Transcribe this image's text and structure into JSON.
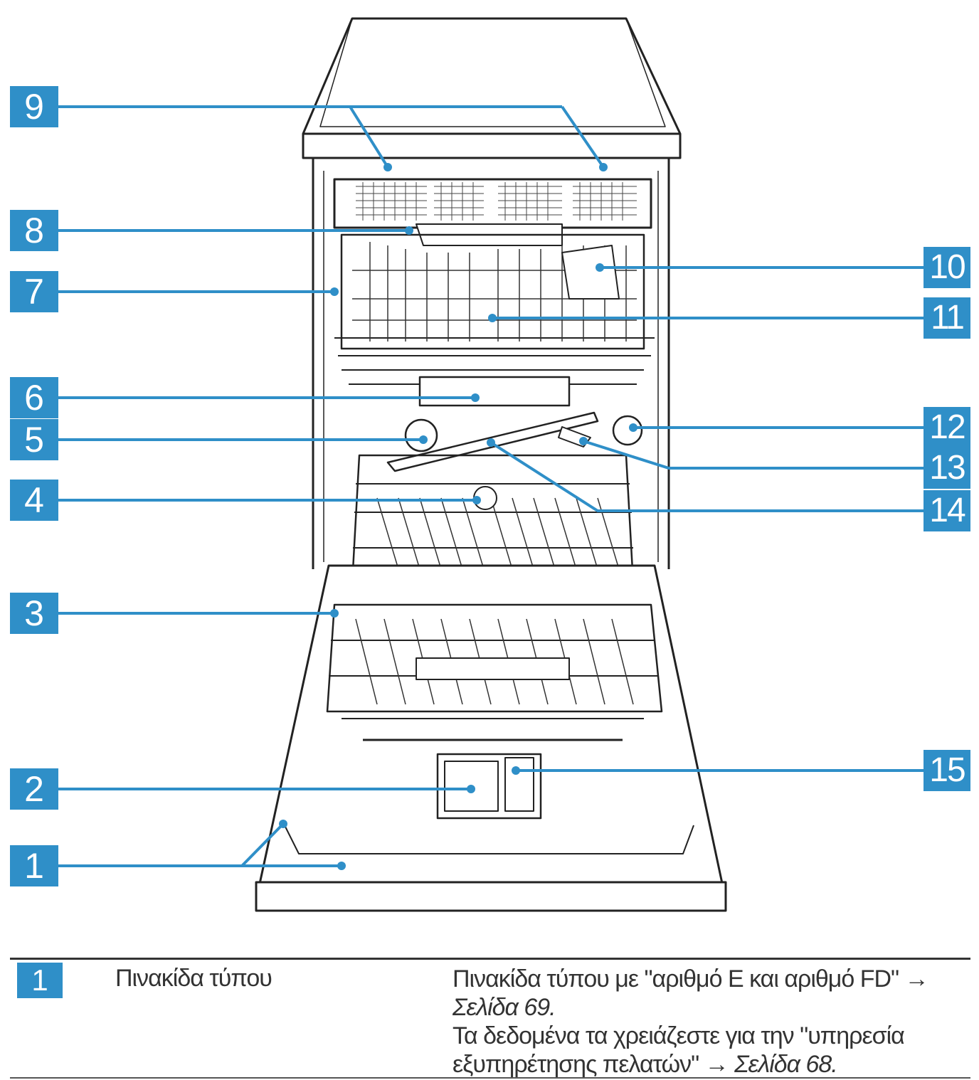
{
  "callouts": {
    "c1": "1",
    "c2": "2",
    "c3": "3",
    "c4": "4",
    "c5": "5",
    "c6": "6",
    "c7": "7",
    "c8": "8",
    "c9": "9",
    "c10": "10",
    "c11": "11",
    "c12": "12",
    "c13": "13",
    "c14": "14",
    "c15": "15"
  },
  "legend": {
    "number": "1",
    "name": "Πινακίδα τύπου",
    "desc_line1": "Πινακίδα τύπου με \"αριθμό Ε και αριθμό FD\" → ",
    "desc_ref1": "Σελίδα 69",
    "desc_line2": "Τα δεδομένα τα χρειάζεστε για την \"υπηρεσία εξυπηρέτησης πελατών\" → ",
    "desc_ref2": "Σελίδα 68",
    "period": "."
  },
  "colors": {
    "accent": "#2f8fc8",
    "line": "#2f8fc8",
    "drawing": "#222222"
  }
}
